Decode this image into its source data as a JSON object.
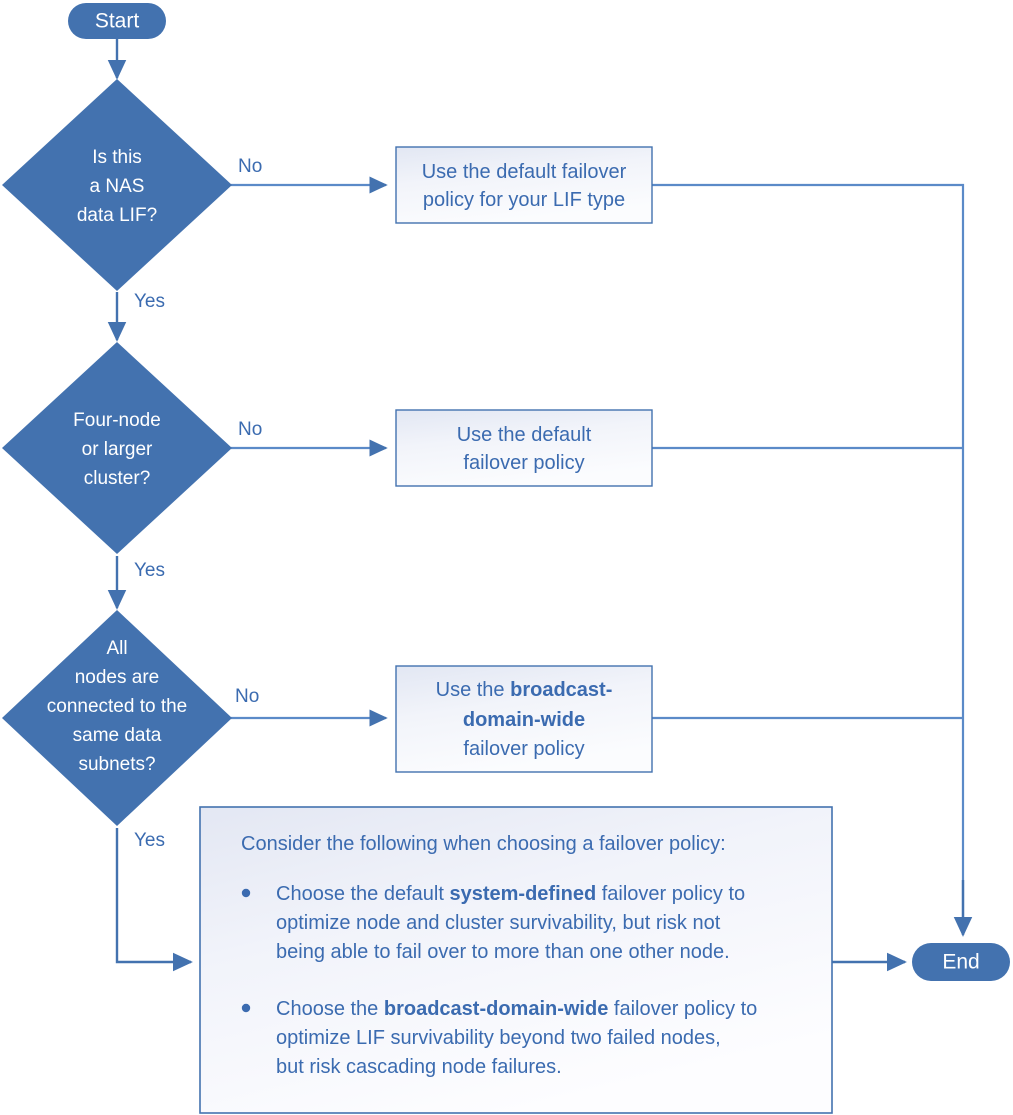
{
  "diagram": {
    "title": "LIF failover policy decision flowchart",
    "colors": {
      "shape_fill": "#4372AF",
      "shape_text": "#ffffff",
      "process_fill_light": "#F4F6FB",
      "process_fill_shade": "#E4E8F3",
      "process_border": "#4372AF",
      "body_text": "#3B6BB0",
      "connector": "#5B8AC8",
      "background": "#ffffff"
    },
    "nodes": {
      "start": {
        "label": "Start",
        "type": "terminator"
      },
      "end": {
        "label": "End",
        "type": "terminator"
      },
      "decision1": {
        "type": "decision",
        "lines": [
          "Is this",
          "a NAS",
          "data LIF?"
        ]
      },
      "decision2": {
        "type": "decision",
        "lines": [
          "Four-node",
          "or larger",
          "cluster?"
        ]
      },
      "decision3": {
        "type": "decision",
        "lines": [
          "All",
          "nodes are",
          "connected to the",
          "same data",
          "subnets?"
        ]
      },
      "process1": {
        "type": "process",
        "lines": [
          [
            {
              "t": "Use the default failover",
              "b": false
            }
          ],
          [
            {
              "t": "policy for your LIF type",
              "b": false
            }
          ]
        ]
      },
      "process2": {
        "type": "process",
        "lines": [
          [
            {
              "t": "Use the default",
              "b": false
            }
          ],
          [
            {
              "t": "failover policy",
              "b": false
            }
          ]
        ]
      },
      "process3": {
        "type": "process",
        "lines": [
          [
            {
              "t": "Use the ",
              "b": false
            },
            {
              "t": "broadcast-",
              "b": true
            }
          ],
          [
            {
              "t": "domain-wide",
              "b": true
            }
          ],
          [
            {
              "t": "failover policy",
              "b": false
            }
          ]
        ]
      }
    },
    "edges": {
      "decision1_no": "No",
      "decision1_yes": "Yes",
      "decision2_no": "No",
      "decision2_yes": "Yes",
      "decision3_no": "No",
      "decision3_yes": "Yes"
    },
    "note": {
      "heading": "Consider the following when choosing a failover policy:",
      "bullets": [
        {
          "lines": [
            [
              {
                "t": "Choose the default ",
                "b": false
              },
              {
                "t": "system-defined",
                "b": true
              },
              {
                "t": " failover policy to",
                "b": false
              }
            ],
            [
              {
                "t": "optimize node and cluster survivability, but risk not",
                "b": false
              }
            ],
            [
              {
                "t": "being able to fail over to more than one other node.",
                "b": false
              }
            ]
          ]
        },
        {
          "lines": [
            [
              {
                "t": "Choose the ",
                "b": false
              },
              {
                "t": "broadcast-domain-wide",
                "b": true
              },
              {
                "t": " failover policy to",
                "b": false
              }
            ],
            [
              {
                "t": "optimize LIF survivability beyond two failed nodes,",
                "b": false
              }
            ],
            [
              {
                "t": "but risk cascading node failures.",
                "b": false
              }
            ]
          ]
        }
      ]
    }
  }
}
